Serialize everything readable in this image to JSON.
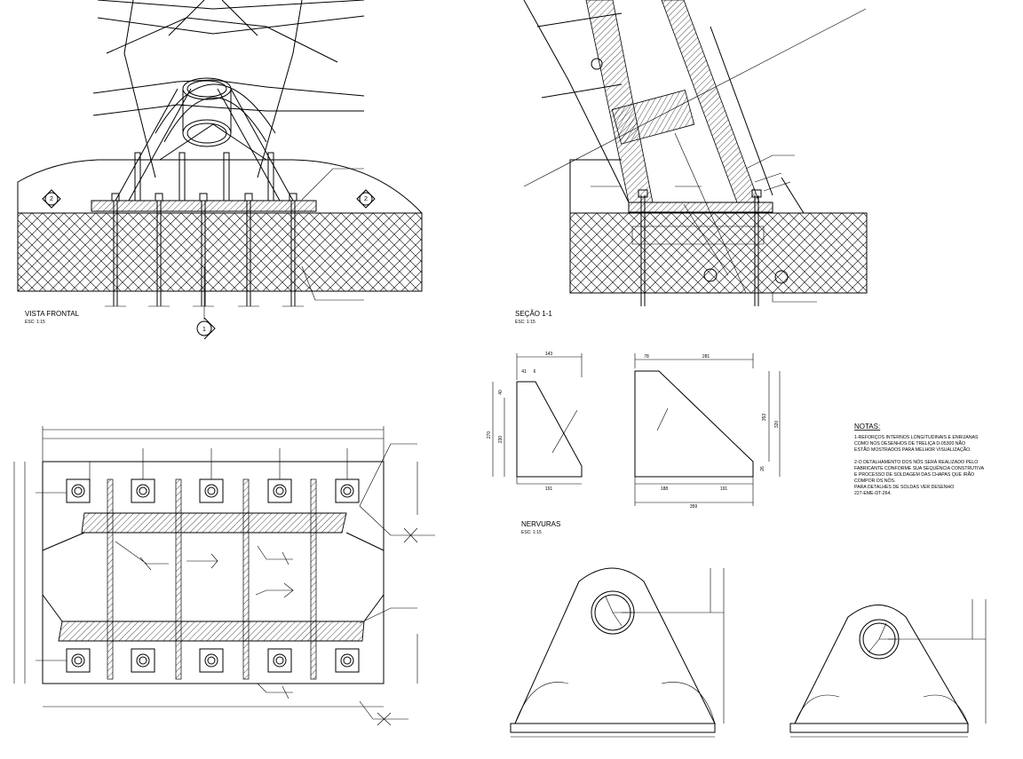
{
  "views": {
    "front": {
      "title": "VISTA FRONTAL",
      "scale": "ESC: 1:15"
    },
    "section": {
      "title": "SEÇÃO 1-1",
      "scale": "ESC: 1:15"
    },
    "ribs": {
      "title": "NERVURAS",
      "scale": "ESC: 1:15"
    }
  },
  "markers": {
    "front_left": "2",
    "front_right": "2",
    "front_section": "1"
  },
  "rib_small_dims": {
    "top": "143",
    "a": "41",
    "b": "6",
    "left_total": "270",
    "left_inner": "230",
    "top_chamfer": "40",
    "bottom": "191"
  },
  "rib_large_dims": {
    "top_left": "78",
    "top": "281",
    "right_total": "320",
    "right_inner": "353",
    "right_small": "26",
    "bottom_left": "188",
    "bottom_right": "191",
    "bottom_total": "359"
  },
  "notes": {
    "heading": "NOTAS:",
    "lines": [
      "1-REFORÇOS INTERNOS LONGITUDINAIS E ENRIJANAS",
      "COMO NOS DESENHOS DE TRELIÇA D-05300 NÃO",
      "ESTÃO MOSTRADOS PARA MELHOR VISUALIZAÇÃO.",
      "",
      "2-O DETALHAMENTO DOS NÓS SERÁ REALIZADO PELO",
      "FABRICANTE CONFORME SUA SEQUÊNCIA CONSTRUTIVA",
      "E PROCESSO DE SOLDAGEM DAS CHAPAS QUE IRÃO",
      "COMPOR OS NÓS.",
      "PARA DETALHES DE SOLDAS VER DESENHO",
      "227-EME-DT-264."
    ]
  }
}
